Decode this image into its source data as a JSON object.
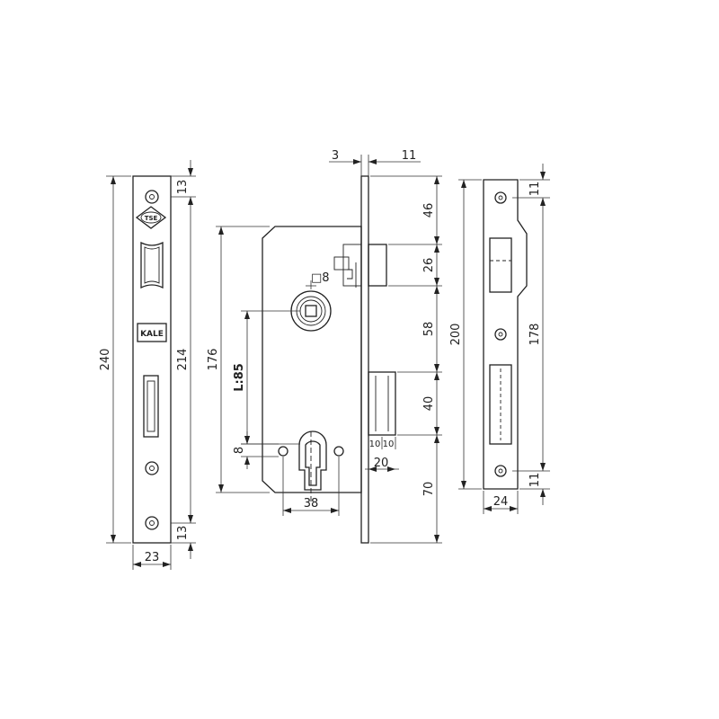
{
  "dimensions": {
    "left_plate": {
      "height": "240",
      "inner_spacing": "214",
      "top_margin": "13",
      "bottom_margin": "13",
      "width": "23"
    },
    "lock_body": {
      "top_offset": "3",
      "faceplate_width": "11",
      "body_height": "176",
      "center_distance": "L:85",
      "spindle": "□8",
      "latch_top": "46",
      "latch_height": "26",
      "latch_to_bolt": "58",
      "bolt_height": "40",
      "bolt_bottom": "70",
      "bolt_step_a": "10",
      "bolt_step_b": "10",
      "bolt_throw": "20",
      "cylinder_offset": "8",
      "cylinder_spacing": "38"
    },
    "strike_plate": {
      "height": "200",
      "inner_spacing": "178",
      "top_margin": "11",
      "bottom_margin": "11",
      "width": "24"
    }
  },
  "logos": {
    "tse": "TSE",
    "kale": "KALE"
  }
}
